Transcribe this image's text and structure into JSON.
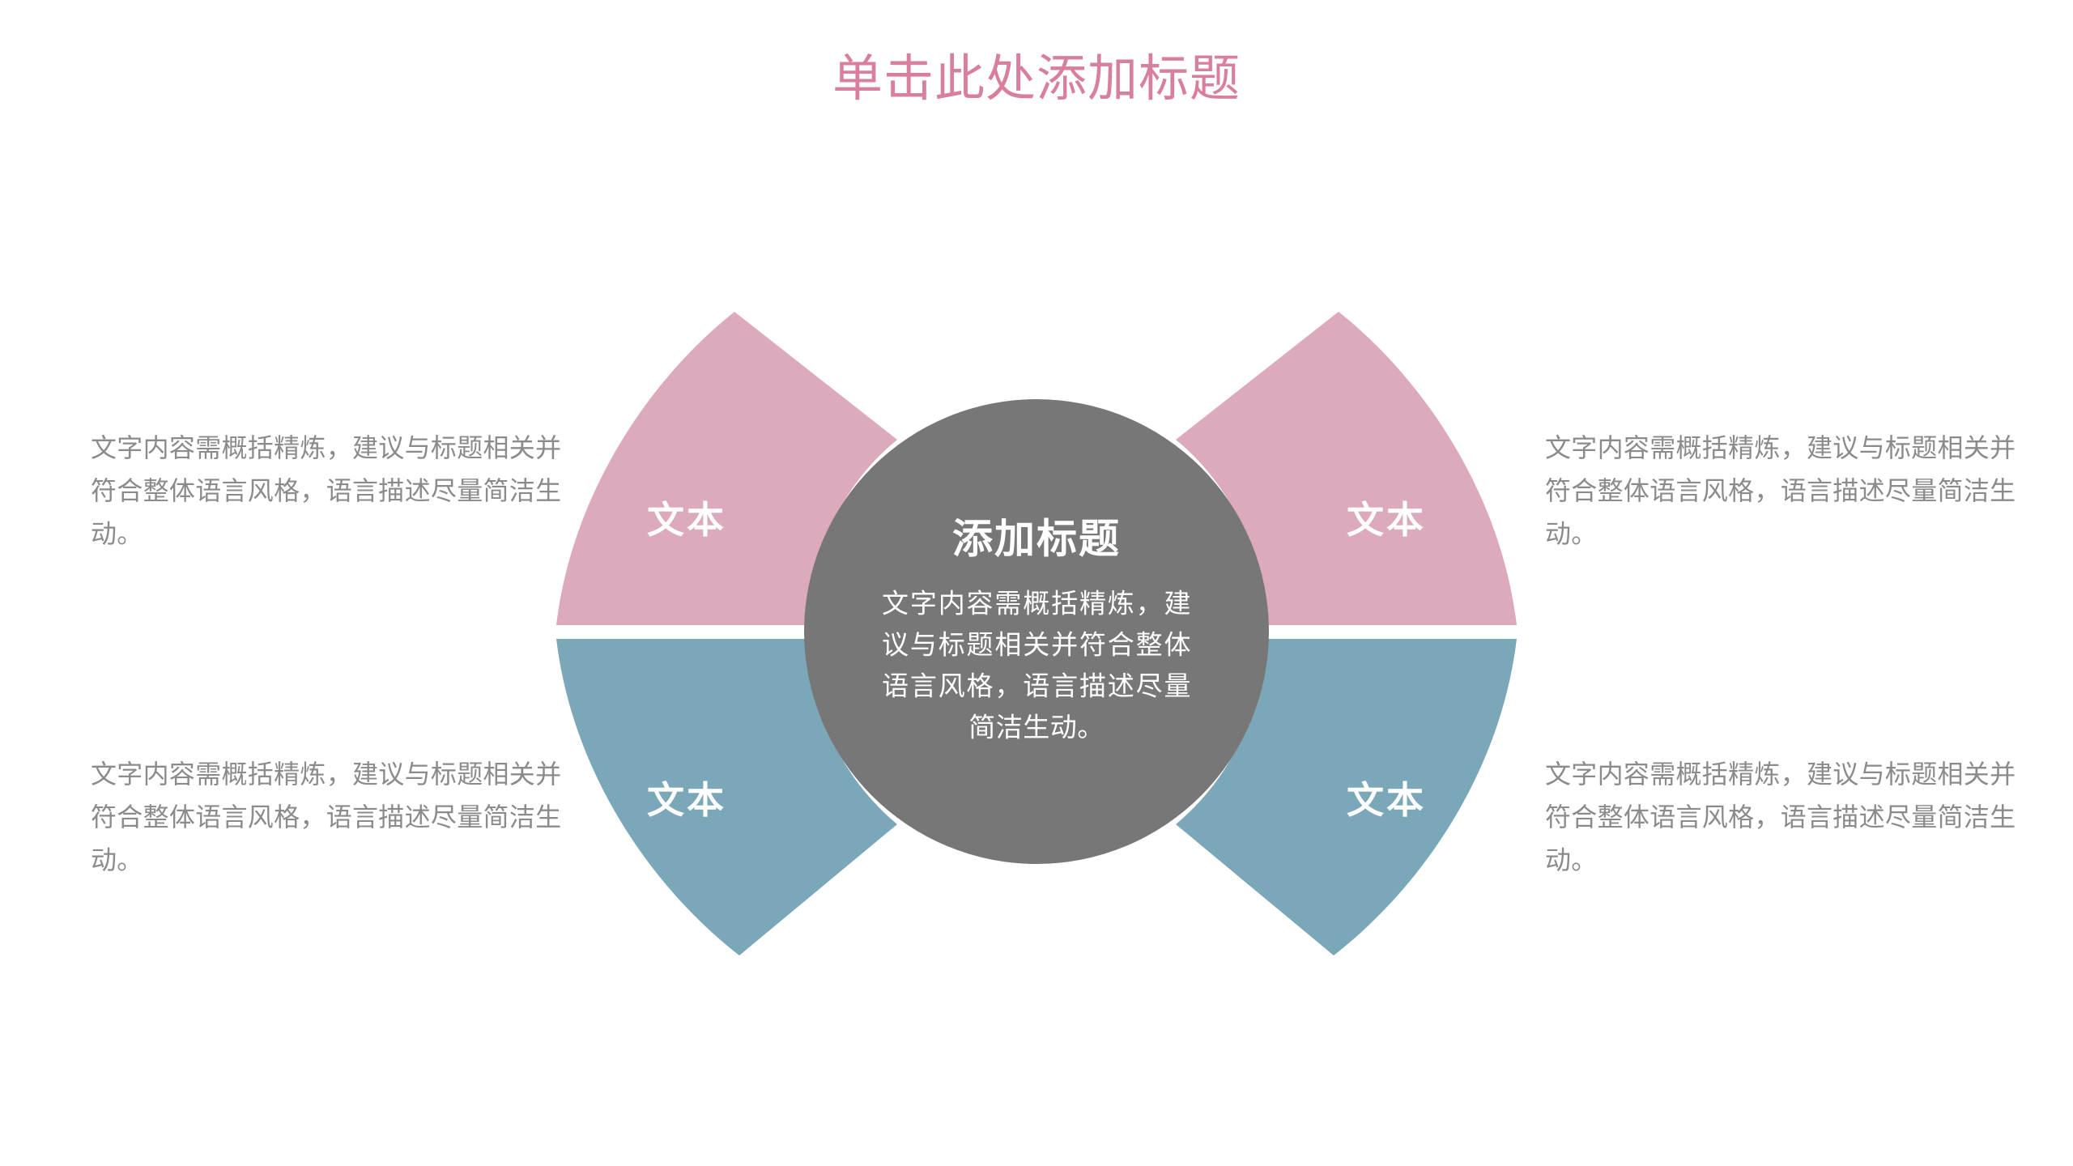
{
  "slide": {
    "title": "单击此处添加标题",
    "title_color": "#d87f9e",
    "background_color": "#ffffff"
  },
  "center": {
    "title": "添加标题",
    "body": "文字内容需概括精炼，建议与标题相关并符合整体语言风格，语言描述尽量简洁生动。",
    "fill_color": "#777777",
    "text_color": "#ffffff"
  },
  "petals": [
    {
      "id": "top-left",
      "label": "文本",
      "color": "#dda9bd",
      "position": "top-left"
    },
    {
      "id": "bottom-left",
      "label": "文本",
      "color": "#7ba8b8",
      "position": "bottom-left"
    },
    {
      "id": "top-right",
      "label": "文本",
      "color": "#dda9bd",
      "position": "top-right"
    },
    {
      "id": "bottom-right",
      "label": "文本",
      "color": "#7ba8b8",
      "position": "bottom-right"
    }
  ],
  "descriptions": [
    {
      "id": "desc-top-left",
      "text": "文字内容需概括精炼，建议与标题相关并符合整体语言风格，语言描述尽量简洁生动。",
      "color": "#8b8b8b"
    },
    {
      "id": "desc-bottom-left",
      "text": "文字内容需概括精炼，建议与标题相关并符合整体语言风格，语言描述尽量简洁生动。",
      "color": "#8b8b8b"
    },
    {
      "id": "desc-top-right",
      "text": "文字内容需概括精炼，建议与标题相关并符合整体语言风格，语言描述尽量简洁生动。",
      "color": "#8b8b8b"
    },
    {
      "id": "desc-bottom-right",
      "text": "文字内容需概括精炼，建议与标题相关并符合整体语言风格，语言描述尽量简洁生动。",
      "color": "#8b8b8b"
    }
  ]
}
